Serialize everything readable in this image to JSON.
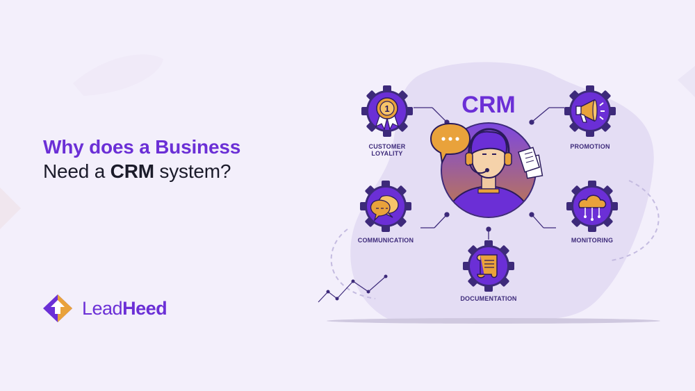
{
  "headline": {
    "line1": "Why does a Business",
    "line2_prefix": "Need a ",
    "line2_bold": "CRM",
    "line2_suffix": " system?"
  },
  "brand": {
    "part1": "Lead",
    "part2": "Heed"
  },
  "diagram": {
    "title": "CRM",
    "nodes": [
      {
        "label_line1": "CUSTOMER",
        "label_line2": "LOYALITY",
        "icon": "ribbon-badge-icon"
      },
      {
        "label_line1": "PROMOTION",
        "label_line2": "",
        "icon": "megaphone-icon"
      },
      {
        "label_line1": "COMMUNICATION",
        "label_line2": "",
        "icon": "chat-bubbles-icon"
      },
      {
        "label_line1": "MONITORING",
        "label_line2": "",
        "icon": "cloud-network-icon"
      },
      {
        "label_line1": "DOCUMENTATION",
        "label_line2": "",
        "icon": "scroll-icon"
      }
    ],
    "badge_number": "1"
  },
  "colors": {
    "accent": "#6b2fd6",
    "dark": "#1b1b2a",
    "gold": "#e9a23b",
    "blob": "#e3dcf5"
  }
}
